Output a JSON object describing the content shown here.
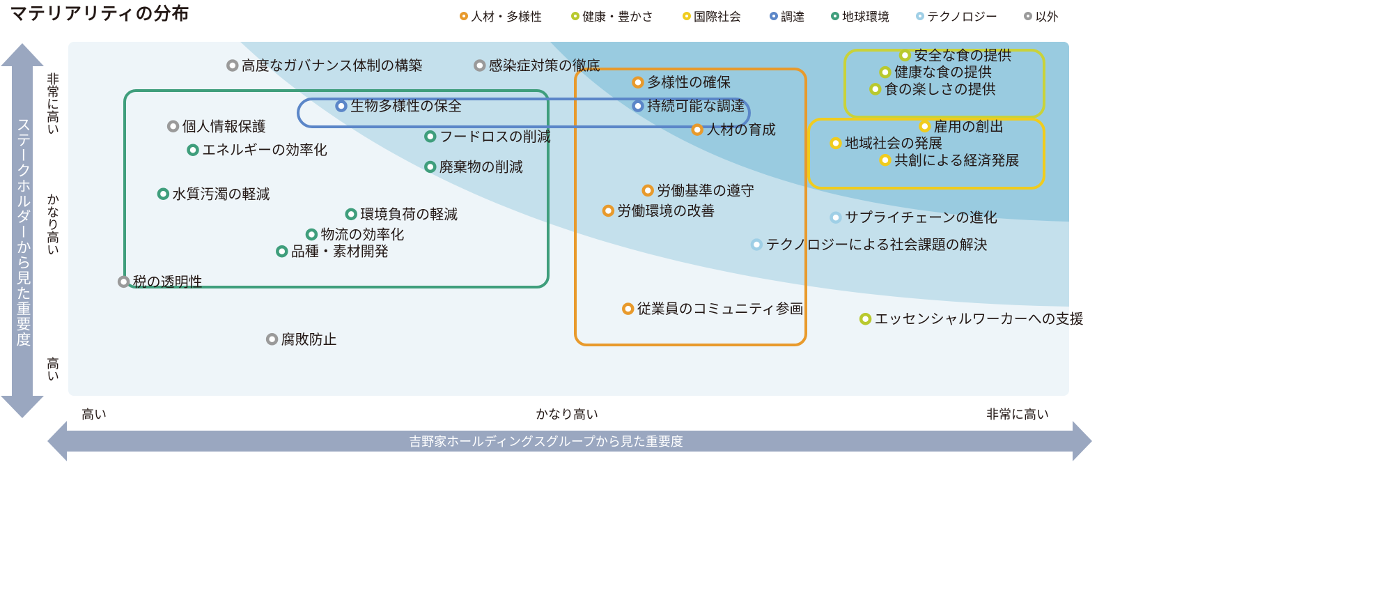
{
  "title": "マテリアリティの分布",
  "legend": [
    {
      "label": "人材・多様性",
      "color": "#e89a2c"
    },
    {
      "label": "健康・豊かさ",
      "color": "#b9c92e"
    },
    {
      "label": "国際社会",
      "color": "#f0cc1e"
    },
    {
      "label": "調達",
      "color": "#5b86c8"
    },
    {
      "label": "地球環境",
      "color": "#3f9e7c"
    },
    {
      "label": "テクノロジー",
      "color": "#9fcfe6"
    },
    {
      "label": "以外",
      "color": "#9a9a9a"
    }
  ],
  "y_axis": {
    "title": "ステークホルダーから見た重要度",
    "ticks": [
      "非常に高い",
      "かなり高い",
      "高い"
    ]
  },
  "x_axis": {
    "title": "吉野家ホールディングスグループから見た重要度",
    "ticks": [
      "高い",
      "かなり高い",
      "非常に高い"
    ]
  },
  "chart_data": {
    "type": "scatter",
    "title": "マテリアリティの分布",
    "xlabel": "吉野家ホールディングスグループから見た重要度",
    "ylabel": "ステークホルダーから見た重要度",
    "x_ticks": [
      "高い",
      "かなり高い",
      "非常に高い"
    ],
    "y_ticks": [
      "高い",
      "かなり高い",
      "非常に高い"
    ],
    "xlim": [
      0,
      100
    ],
    "ylim": [
      0,
      100
    ],
    "points": [
      {
        "label": "高度なガバナンス体制の構築",
        "category": "以外",
        "x": 14,
        "y": 93
      },
      {
        "label": "感染症対策の徹底",
        "category": "以外",
        "x": 39,
        "y": 93
      },
      {
        "label": "多様性の確保",
        "category": "人材・多様性",
        "x": 55,
        "y": 88
      },
      {
        "label": "持続可能な調達",
        "category": "調達",
        "x": 55,
        "y": 81
      },
      {
        "label": "人材の育成",
        "category": "人材・多様性",
        "x": 61,
        "y": 74
      },
      {
        "label": "生物多様性の保全",
        "category": "調達",
        "x": 25,
        "y": 81
      },
      {
        "label": "個人情報保護",
        "category": "以外",
        "x": 8,
        "y": 75
      },
      {
        "label": "フードロスの削減",
        "category": "地球環境",
        "x": 34,
        "y": 72
      },
      {
        "label": "エネルギーの効率化",
        "category": "地球環境",
        "x": 10,
        "y": 68
      },
      {
        "label": "廃棄物の削減",
        "category": "地球環境",
        "x": 34,
        "y": 63
      },
      {
        "label": "水質汚濁の軽減",
        "category": "地球環境",
        "x": 7,
        "y": 55
      },
      {
        "label": "環境負荷の軽減",
        "category": "地球環境",
        "x": 26,
        "y": 49
      },
      {
        "label": "物流の効率化",
        "category": "地球環境",
        "x": 22,
        "y": 43
      },
      {
        "label": "品種・素材開発",
        "category": "地球環境",
        "x": 19,
        "y": 38
      },
      {
        "label": "税の透明性",
        "category": "以外",
        "x": 3,
        "y": 29
      },
      {
        "label": "腐敗防止",
        "category": "以外",
        "x": 18,
        "y": 12
      },
      {
        "label": "労働基準の遵守",
        "category": "人材・多様性",
        "x": 56,
        "y": 56
      },
      {
        "label": "労働環境の改善",
        "category": "人材・多様性",
        "x": 52,
        "y": 50
      },
      {
        "label": "従業員のコミュニティ参画",
        "category": "人材・多様性",
        "x": 54,
        "y": 21
      },
      {
        "label": "テクノロジーによる社会課題の解決",
        "category": "テクノロジー",
        "x": 67,
        "y": 40
      },
      {
        "label": "サプライチェーンの進化",
        "category": "テクノロジー",
        "x": 75,
        "y": 48
      },
      {
        "label": "エッセンシャルワーカーへの支援",
        "category": "健康・豊かさ",
        "x": 78,
        "y": 18
      },
      {
        "label": "安全な食の提供",
        "category": "健康・豊かさ",
        "x": 82,
        "y": 96
      },
      {
        "label": "健康な食の提供",
        "category": "健康・豊かさ",
        "x": 80,
        "y": 91
      },
      {
        "label": "食の楽しさの提供",
        "category": "健康・豊かさ",
        "x": 79,
        "y": 86
      },
      {
        "label": "雇用の創出",
        "category": "国際社会",
        "x": 84,
        "y": 75
      },
      {
        "label": "地域社会の発展",
        "category": "国際社会",
        "x": 75,
        "y": 70
      },
      {
        "label": "共創による経済発展",
        "category": "国際社会",
        "x": 80,
        "y": 65
      }
    ]
  }
}
